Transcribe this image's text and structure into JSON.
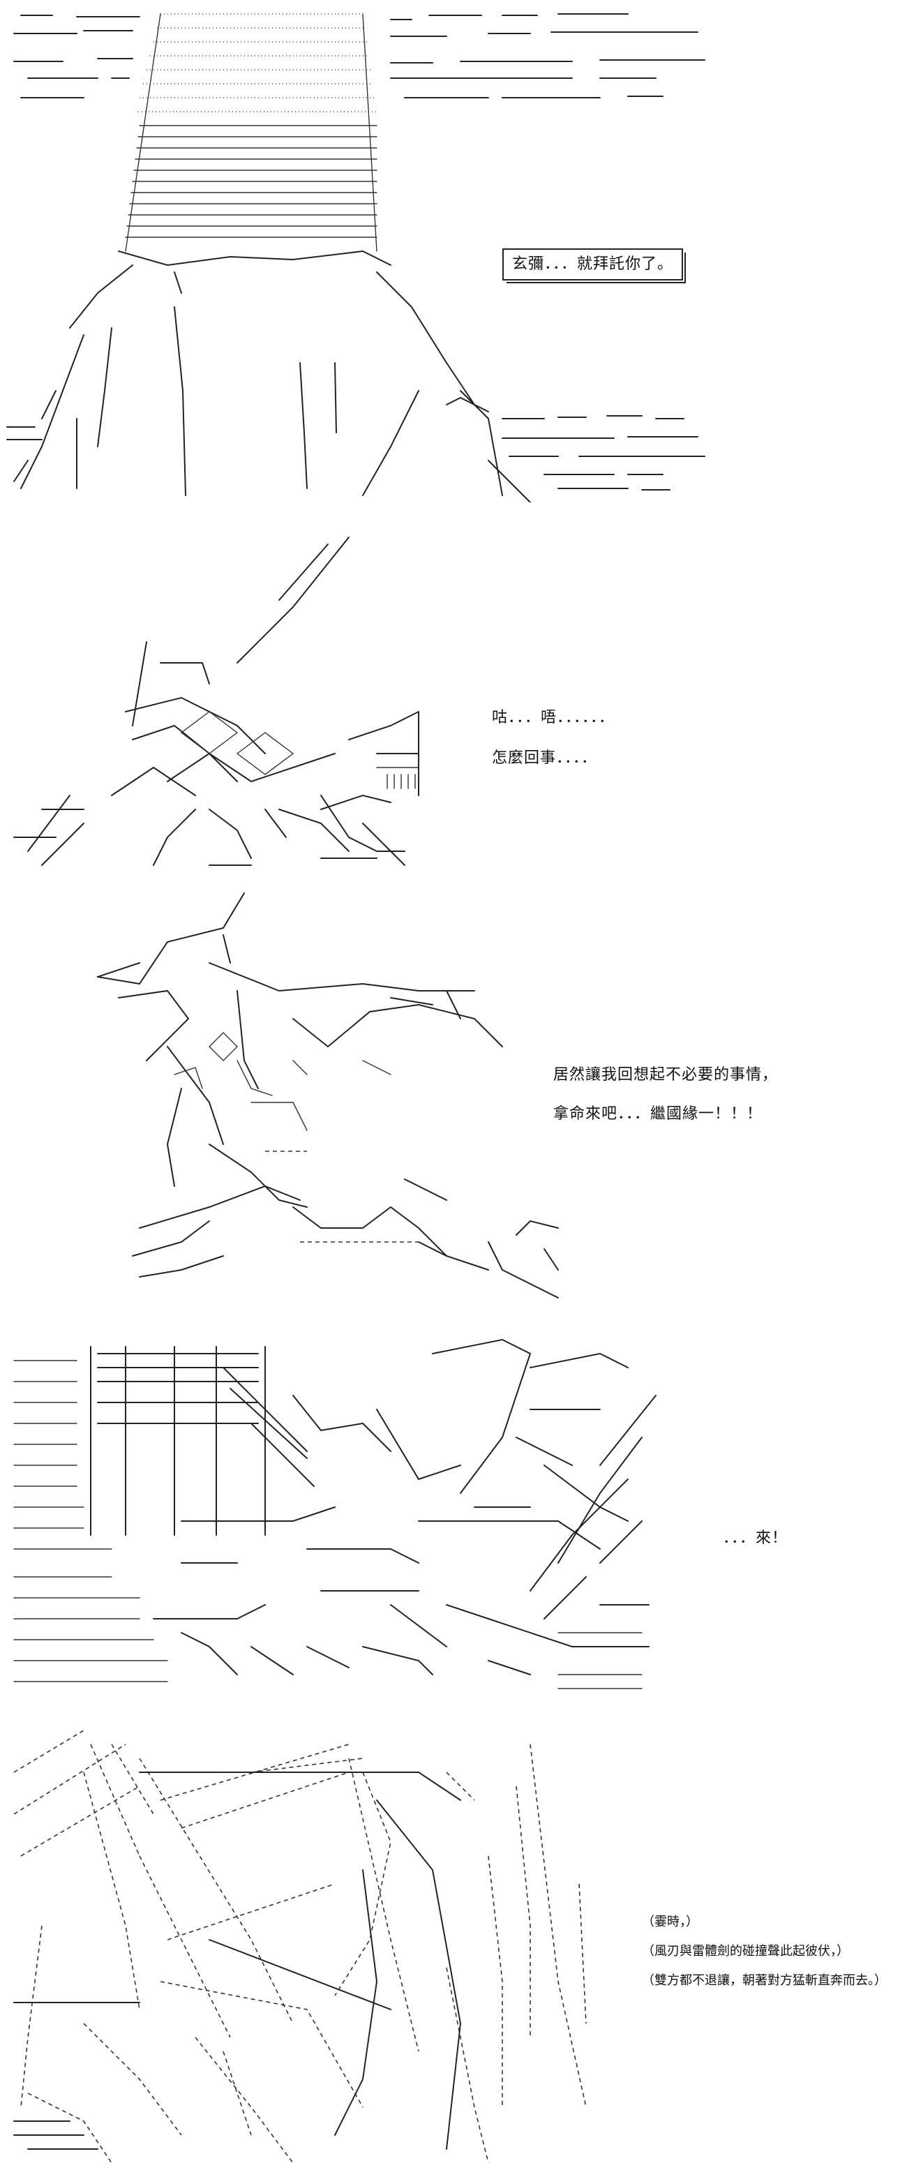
{
  "panels": [
    {
      "id": "panel-1",
      "dialogue": [
        "玄彌．．．就拜託你了。"
      ]
    },
    {
      "id": "panel-2",
      "dialogue": [
        "咕．．．唔．．．．．．",
        "怎麼回事．．．．"
      ]
    },
    {
      "id": "panel-3",
      "dialogue": [
        "居然讓我回想起不必要的事情，",
        "拿命來吧．．．繼國緣一！！！"
      ]
    },
    {
      "id": "panel-4",
      "dialogue": [
        "．．．來！"
      ]
    },
    {
      "id": "panel-5",
      "dialogue": [
        "（霎時，）",
        "（風刃與雷體劍的碰撞聲此起彼伏，）",
        "（雙方都不退讓，朝著對方猛斬直奔而去。）"
      ]
    }
  ]
}
